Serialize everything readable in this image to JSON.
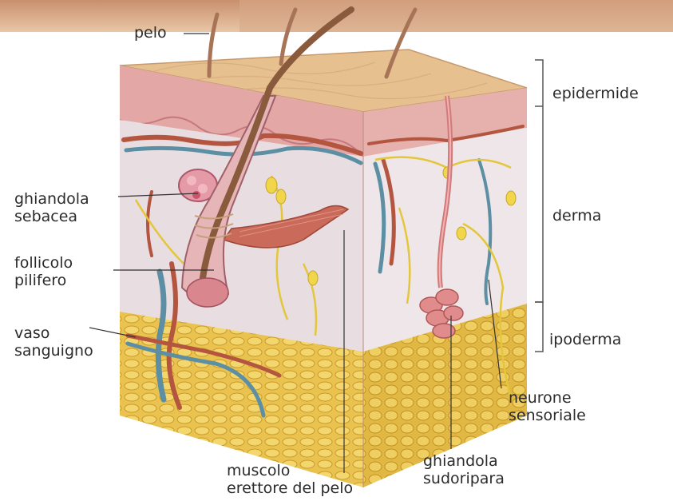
{
  "diagram": {
    "labels": {
      "pelo": "pelo",
      "epidermide": "epidermide",
      "derma": "derma",
      "ipoderma": "ipoderma",
      "ghiandola_sebacea": "ghiandola\nsebacea",
      "follicolo_pilifero": "follicolo\npilifero",
      "vaso_sanguigno": "vaso\nsanguigno",
      "muscolo_erettore": "muscolo\nerettore del pelo",
      "ghiandola_sudoripara": "ghiandola\nsudoripara",
      "neurone_sensoriale": "neurone\nsensoriale"
    },
    "colors": {
      "skin_top": "#d9b48c",
      "epidermis": "#e3a7a6",
      "dermis": "#e8dde0",
      "dermis_side": "#eee6e8",
      "hypodermis": "#e9c24f",
      "hair": "#8a5a3c",
      "vessel_red": "#b4553f",
      "vessel_blue": "#5c8fa3",
      "nerve": "#e3c63a",
      "muscle": "#c96a5a"
    }
  }
}
